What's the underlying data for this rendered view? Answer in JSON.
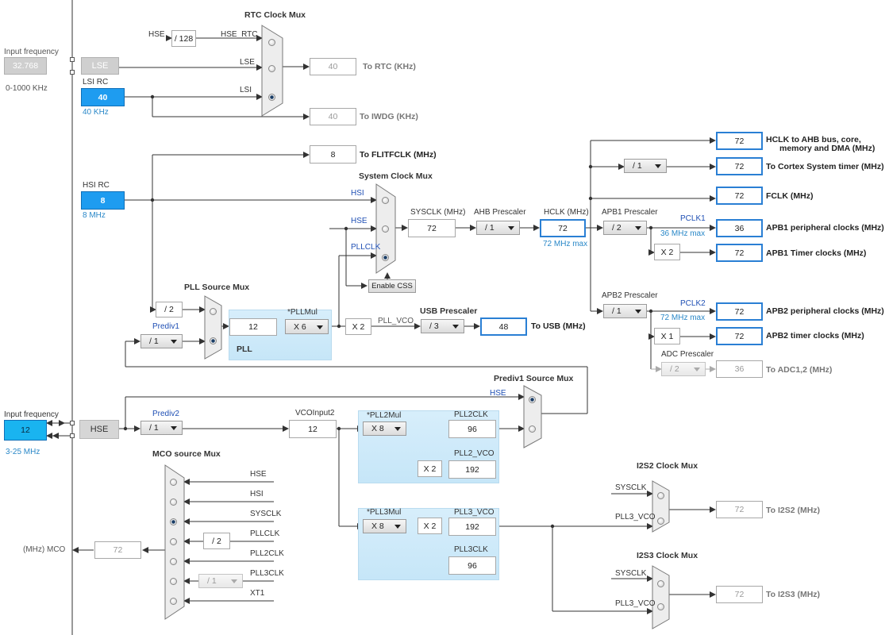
{
  "left": {
    "input_freq_top_label": "Input frequency",
    "input_freq_top_value": "32.768",
    "input_freq_top_range": "0-1000 KHz",
    "lse": "LSE",
    "lsi_label": "LSI RC",
    "lsi_value": "40",
    "lsi_freq": "40 KHz",
    "hsi_label": "HSI RC",
    "hsi_value": "8",
    "hsi_freq": "8 MHz",
    "input_freq_bottom_label": "Input frequency",
    "input_freq_bottom_value": "12",
    "input_freq_bottom_range": "3-25 MHz",
    "hse": "HSE"
  },
  "rtc": {
    "title": "RTC Clock Mux",
    "hse_label": "HSE",
    "div128": "/ 128",
    "hse_rtc": "HSE_RTC",
    "lse": "LSE",
    "lsi": "LSI",
    "rtc_value": "40",
    "rtc_out": "To RTC (KHz)",
    "iwdg_value": "40",
    "iwdg_out": "To IWDG (KHz)"
  },
  "flitf": {
    "value": "8",
    "label": "To FLITFCLK (MHz)"
  },
  "sysmux": {
    "title": "System Clock Mux",
    "hsi": "HSI",
    "hse": "HSE",
    "pllclk": "PLLCLK",
    "sysclk_label": "SYSCLK (MHz)",
    "sysclk_value": "72",
    "enable_css": "Enable CSS"
  },
  "ahb": {
    "label": "AHB Prescaler",
    "value": "/ 1",
    "hclk_label": "HCLK (MHz)",
    "hclk_value": "72",
    "hclk_max": "72 MHz max"
  },
  "outputs": {
    "hclk_ahb_value": "72",
    "hclk_ahb_label": "HCLK to AHB bus, core,",
    "hclk_ahb_label2": "memory and DMA (MHz)",
    "cortex_div": "/ 1",
    "cortex_value": "72",
    "cortex_label": "To Cortex System timer (MHz)",
    "fclk_value": "72",
    "fclk_label": "FCLK (MHz)"
  },
  "apb1": {
    "label": "APB1 Prescaler",
    "value": "/ 2",
    "pclk1": "PCLK1",
    "max": "36 MHz max",
    "periph_value": "36",
    "periph_label": "APB1 peripheral clocks (MHz)",
    "x2": "X 2",
    "timer_value": "72",
    "timer_label": "APB1 Timer clocks (MHz)"
  },
  "apb2": {
    "label": "APB2 Prescaler",
    "value": "/ 1",
    "pclk2": "PCLK2",
    "max": "72 MHz max",
    "periph_value": "72",
    "periph_label": "APB2 peripheral clocks (MHz)",
    "x1": "X 1",
    "timer_value": "72",
    "timer_label": "APB2 timer clocks (MHz)",
    "adc_label": "ADC Prescaler",
    "adc_div": "/ 2",
    "adc_value": "36",
    "adc_out": "To ADC1,2 (MHz)"
  },
  "pll": {
    "source_mux": "PLL Source Mux",
    "div2": "/ 2",
    "prediv1_label": "Prediv1",
    "prediv1_value": "/ 1",
    "input_value": "12",
    "mul_label": "*PLLMul",
    "mul_value": "X 6",
    "name": "PLL",
    "x2": "X 2",
    "pll_vco": "PLL_VCO"
  },
  "usb": {
    "label": "USB Prescaler",
    "value": "/ 3",
    "out_value": "48",
    "out_label": "To USB (MHz)"
  },
  "prediv1mux": {
    "title": "Prediv1 Source Mux",
    "hse": "HSE"
  },
  "pll2": {
    "prediv2_label": "Prediv2",
    "prediv2_value": "/ 1",
    "vcoinput2_label": "VCOInput2",
    "vcoinput2_value": "12",
    "mul_label": "*PLL2Mul",
    "mul_value": "X 8",
    "pll2clk_label": "PLL2CLK",
    "pll2clk_value": "96",
    "x2": "X 2",
    "vco_label": "PLL2_VCO",
    "vco_value": "192"
  },
  "pll3": {
    "mul_label": "*PLL3Mul",
    "mul_value": "X 8",
    "x2": "X 2",
    "vco_label": "PLL3_VCO",
    "vco_value": "192",
    "clk_label": "PLL3CLK",
    "clk_value": "96"
  },
  "mco": {
    "title": "MCO source Mux",
    "inputs": [
      "HSE",
      "HSI",
      "SYSCLK",
      "PLLCLK",
      "PLL2CLK",
      "PLL3CLK",
      "XT1"
    ],
    "pllclk_div": "/ 2",
    "pll3clk_div": "/ 1",
    "out_label": "(MHz) MCO",
    "out_value": "72"
  },
  "i2s2": {
    "title": "I2S2 Clock Mux",
    "sysclk": "SYSCLK",
    "pll3vco": "PLL3_VCO",
    "value": "72",
    "out": "To I2S2 (MHz)"
  },
  "i2s3": {
    "title": "I2S3 Clock Mux",
    "sysclk": "SYSCLK",
    "pll3vco": "PLL3_VCO",
    "value": "72",
    "out": "To I2S3 (MHz)"
  }
}
